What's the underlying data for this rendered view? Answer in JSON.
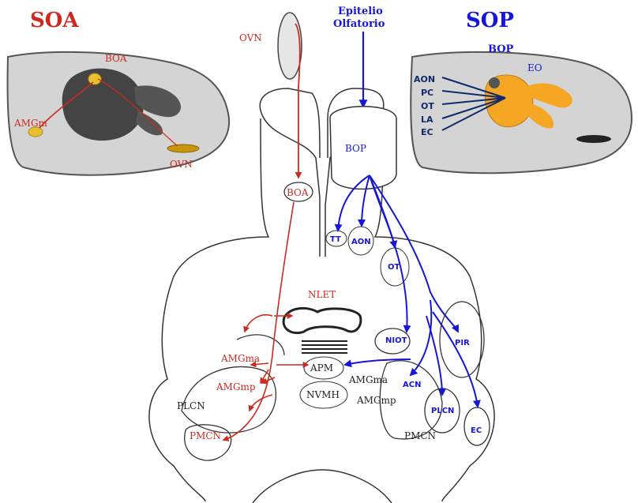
{
  "colors": {
    "olfactory_accessory": "#cc2a1f",
    "olfactory_principal": "#1616d8",
    "outline": "#222222",
    "bulb_principal": "#f5a623",
    "bulb_accessory": "#e8c030"
  },
  "headings": {
    "left": "SOA",
    "right": "SOP"
  },
  "left_inset": {
    "boa": "BOA",
    "amgm": "AMGm",
    "ovn": "OVN"
  },
  "right_inset": {
    "bop": "BOP",
    "eo": "EO",
    "aon": "AON",
    "pc": "PC",
    "ot": "OT",
    "la": "LA",
    "ec": "EC"
  },
  "top": {
    "ovn": "OVN",
    "epitelio_line1": "Epitelio",
    "epitelio_line2": "Olfatorio"
  },
  "brain": {
    "bop": "BOP",
    "boa": "BOA",
    "tt": "TT",
    "aon": "AON",
    "ot": "OT",
    "nlet": "NLET",
    "niot": "NIOT",
    "pir": "PIR",
    "apm": "APM",
    "amgma_left": "AMGma",
    "amgmp_left": "AMGmp",
    "amgma_mid": "AMGma",
    "amgmp_mid": "AMGmp",
    "nvmh": "NVMH",
    "acn": "ACN",
    "plcn_left": "PLCN",
    "plcn_right": "PLCN",
    "pmcn_left": "PMCN",
    "pmcn_right": "PMCN",
    "ec": "EC"
  }
}
